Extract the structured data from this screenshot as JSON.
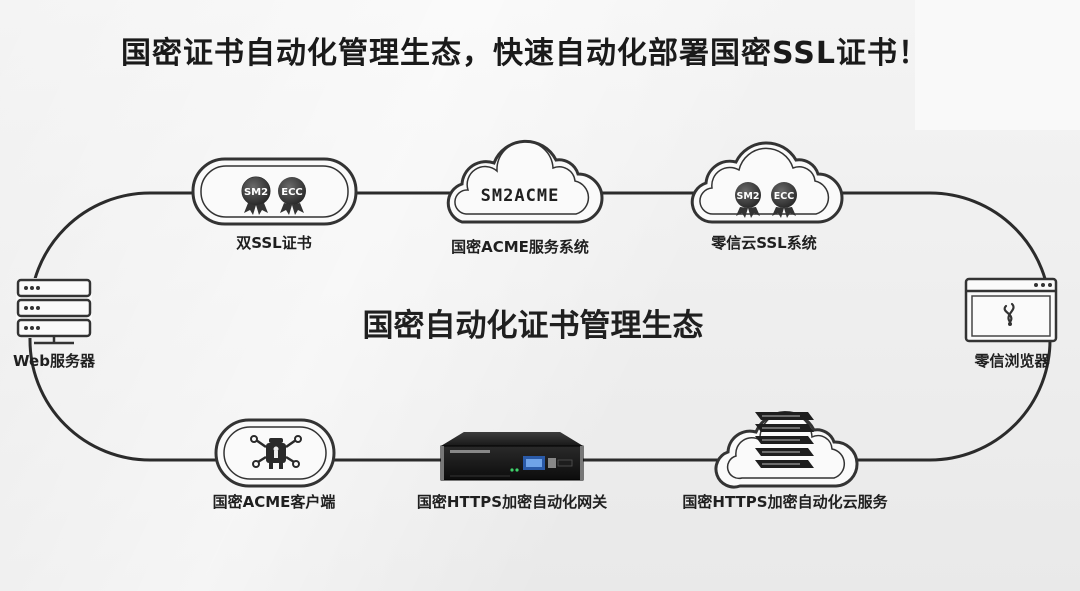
{
  "page_title": "国密证书自动化管理生态，快速自动化部署国密SSL证书！",
  "center_title": "国密自动化证书管理生态",
  "nodes": {
    "dual_ssl_cert": {
      "label": "双SSL证书",
      "badges": [
        "SM2",
        "ECC"
      ]
    },
    "acme_service": {
      "label": "国密ACME服务系统",
      "cloud_text": "SM2ACME"
    },
    "zerotrust_ssl": {
      "label": "零信云SSL系统",
      "badges": [
        "SM2",
        "ECC"
      ]
    },
    "web_server": {
      "label": "Web服务器"
    },
    "zero_browser": {
      "label": "零信浏览器"
    },
    "acme_client": {
      "label": "国密ACME客户端"
    },
    "https_gateway": {
      "label": "国密HTTPS加密自动化网关"
    },
    "https_cloud": {
      "label": "国密HTTPS加密自动化云服务"
    }
  },
  "colors": {
    "loop_stroke": "#2b2b2b",
    "cloud_stroke": "#3a3a3a",
    "badge_fill": "#3c3c3c",
    "text": "#1f1f1f"
  },
  "icons": [
    "server-icon",
    "browser-icon",
    "robot-icon",
    "rack-appliance-icon",
    "server-stack-icon"
  ]
}
